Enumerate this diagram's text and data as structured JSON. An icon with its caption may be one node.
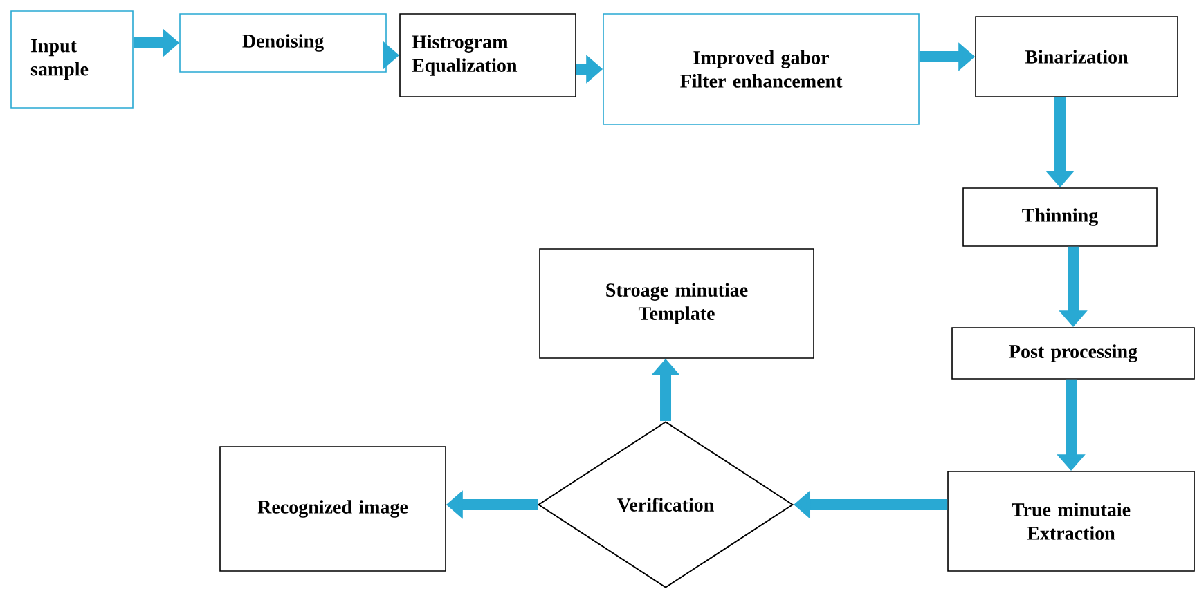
{
  "diagram": {
    "nodes": [
      {
        "text": [
          "Input sample"
        ]
      },
      {
        "text": [
          "Denoising"
        ]
      },
      {
        "text": [
          "Histrogram Equalization"
        ]
      },
      {
        "text": [
          "Improved gabor Filter enhancement"
        ]
      },
      {
        "text": [
          "Binarization"
        ]
      },
      {
        "text": [
          "Thinning"
        ]
      },
      {
        "text": [
          "Post processing"
        ]
      },
      {
        "text": [
          "True minutaie Extraction"
        ]
      },
      {
        "text": [
          "Verification"
        ]
      },
      {
        "text": [
          "Stroage minutiae Template"
        ]
      },
      {
        "text": [
          "Recognized image"
        ]
      }
    ],
    "edges": [
      {
        "from": 0,
        "to": 1,
        "arrow": "to"
      },
      {
        "from": 1,
        "to": 2,
        "arrow": "to"
      },
      {
        "from": 2,
        "to": 3,
        "arrow": "to"
      },
      {
        "from": 3,
        "to": 4,
        "arrow": "to"
      },
      {
        "from": 4,
        "to": 5,
        "arrow": "to"
      },
      {
        "from": 5,
        "to": 6,
        "arrow": "to"
      },
      {
        "from": 6,
        "to": 7,
        "arrow": "to"
      },
      {
        "from": 7,
        "to": 8,
        "arrow": "to"
      },
      {
        "from": 8,
        "to": 9,
        "arrow": "to"
      },
      {
        "from": 8,
        "to": 10,
        "arrow": "to"
      }
    ]
  }
}
